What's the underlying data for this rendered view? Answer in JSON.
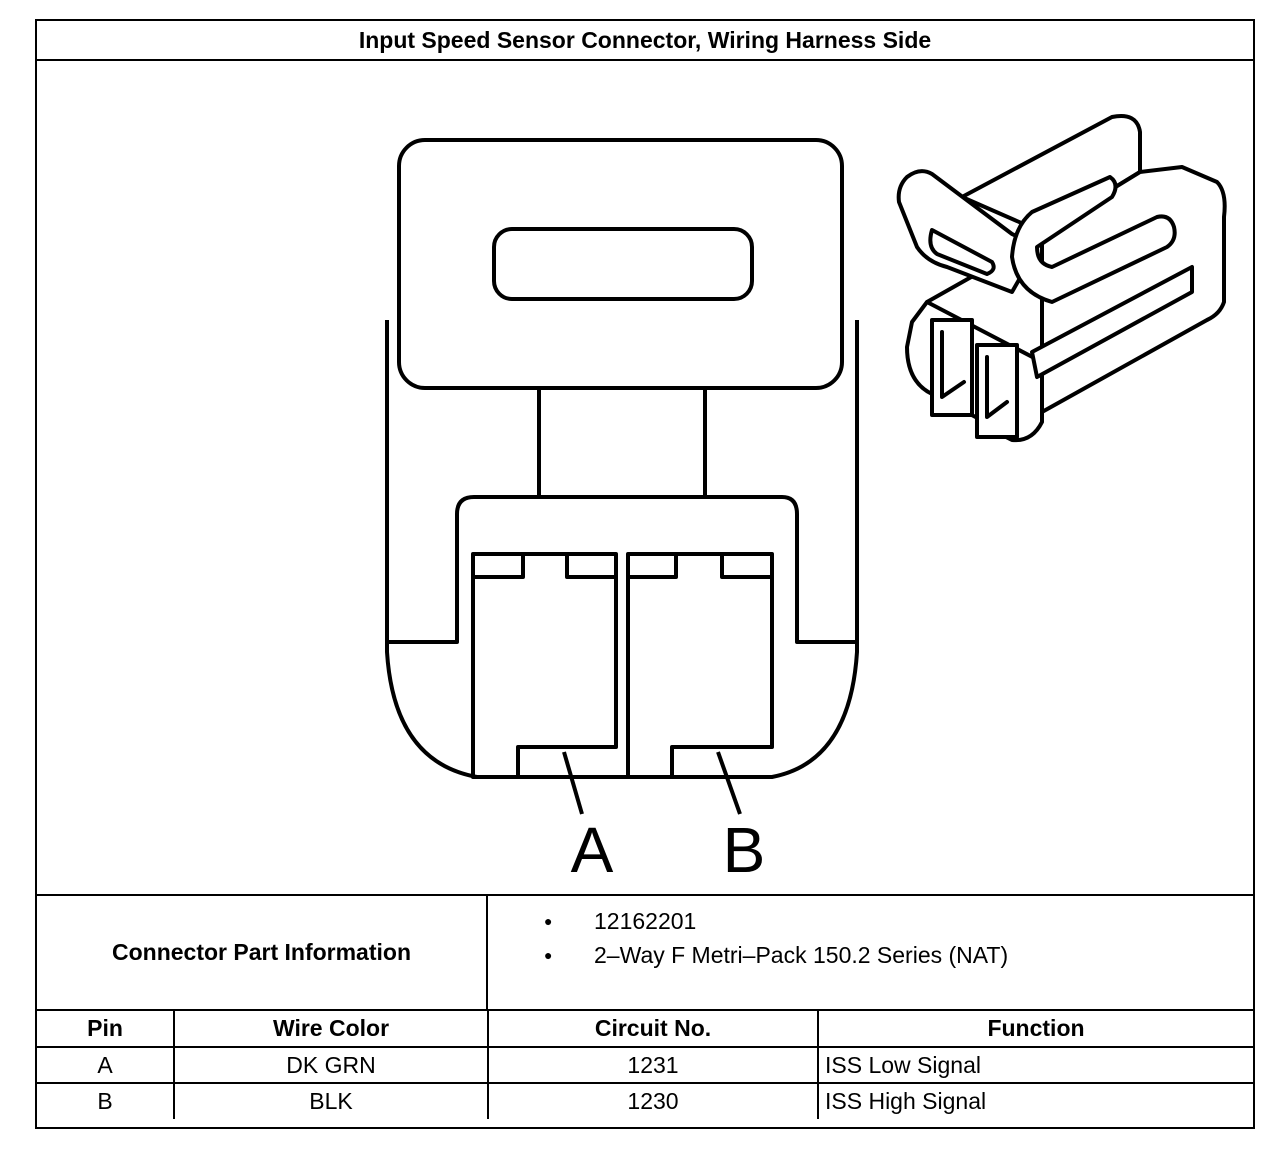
{
  "title": "Input Speed Sensor Connector, Wiring Harness Side",
  "diagram": {
    "pin_labels": [
      "A",
      "B"
    ]
  },
  "part_info": {
    "label": "Connector Part Information",
    "items": [
      "12162201",
      "2–Way F Metri–Pack 150.2 Series (NAT)"
    ]
  },
  "table": {
    "headers": [
      "Pin",
      "Wire Color",
      "Circuit No.",
      "Function"
    ],
    "rows": [
      [
        "A",
        "DK GRN",
        "1231",
        "ISS Low Signal"
      ],
      [
        "B",
        "BLK",
        "1230",
        "ISS High Signal"
      ]
    ]
  }
}
